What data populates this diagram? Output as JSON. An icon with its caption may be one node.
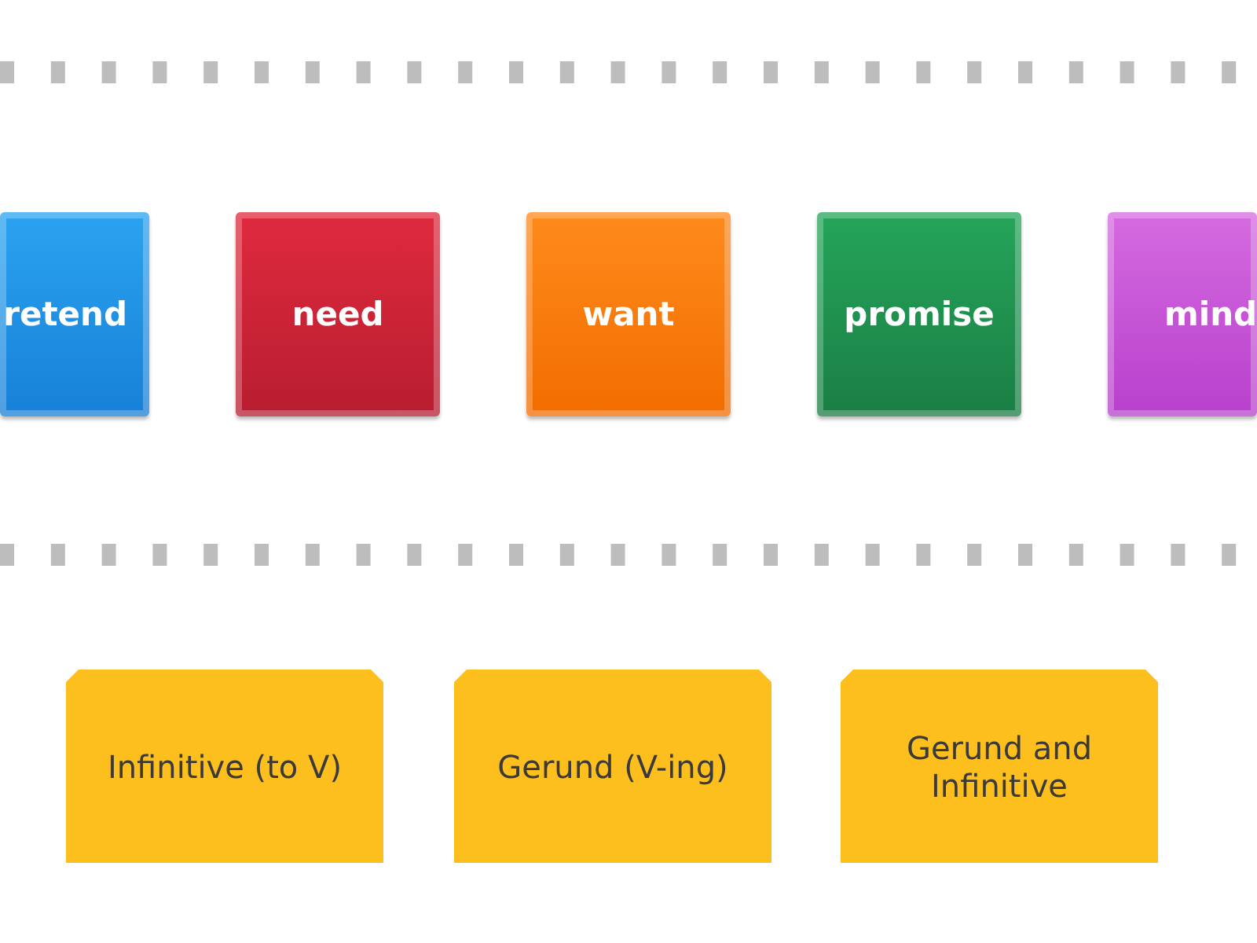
{
  "diagram": {
    "nodes": [
      {
        "text": [
          "retend"
        ]
      },
      {
        "text": [
          "need"
        ]
      },
      {
        "text": [
          "want"
        ]
      },
      {
        "text": [
          "promise"
        ]
      },
      {
        "text": [
          "mind"
        ]
      },
      {
        "text": [
          "Infinitive (to V)"
        ]
      },
      {
        "text": [
          "Gerund (V-ing)"
        ]
      },
      {
        "text": [
          "Gerund and Infinitive"
        ]
      }
    ]
  }
}
